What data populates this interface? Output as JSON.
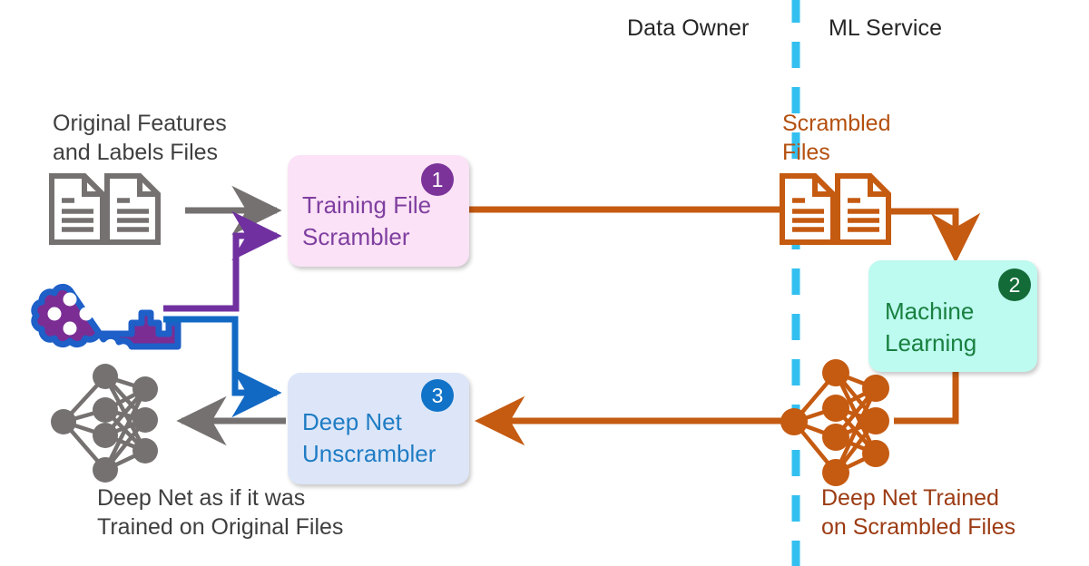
{
  "diagram": {
    "title_zones": {
      "data_owner": "Data Owner",
      "ml_service": "ML Service"
    },
    "divider": {
      "name": "trust-boundary-dashed-line",
      "color": "#33C0F0",
      "orientation": "vertical"
    },
    "labels": {
      "original_files": "Original Features\nand Labels Files",
      "scrambled_files": "Scrambled\nFiles",
      "deepnet_original": "Deep Net as if it was\nTrained on Original Files",
      "deepnet_scrambled": "Deep Net Trained\non Scrambled Files"
    },
    "boxes": [
      {
        "id": "training-file-scrambler",
        "label": "Training File\nScrambler",
        "badge": "1",
        "fill": "#FBE2F6",
        "text_color": "#7F3FA0",
        "badge_color": "#7B3399"
      },
      {
        "id": "machine-learning",
        "label": "Machine\nLearning",
        "badge": "2",
        "fill": "#BDFAF0",
        "text_color": "#19803F",
        "badge_color": "#136B38"
      },
      {
        "id": "deep-net-unscrambler",
        "label": "Deep Net\nUnscrambler",
        "badge": "3",
        "fill": "#DCE6F8",
        "text_color": "#1F7CC4",
        "badge_color": "#1173C8"
      }
    ],
    "icons": {
      "original_documents": "document-pair-icon",
      "scrambled_documents": "document-pair-icon",
      "key": "key-icon",
      "gray_neural_net": "neural-network-icon",
      "orange_neural_net": "neural-network-icon"
    },
    "colors": {
      "gray_arrow": "#767171",
      "orange_arrow": "#C55A11",
      "purple_key_line": "#7030A0",
      "blue_key_line": "#1169C4",
      "key_fill": "#7B2D94",
      "key_outline": "#1E5FC8",
      "divider": "#33C0F0",
      "gray_net": "#767171"
    },
    "flows": [
      {
        "name": "original-files-to-scrambler",
        "color": "#767171"
      },
      {
        "name": "key-to-scrambler",
        "color": "#7030A0"
      },
      {
        "name": "scrambler-to-scrambled-files",
        "color": "#C55A11"
      },
      {
        "name": "scrambled-files-to-machine-learning",
        "color": "#C55A11"
      },
      {
        "name": "machine-learning-to-trained-net",
        "color": "#C55A11"
      },
      {
        "name": "trained-net-to-unscrambler",
        "color": "#C55A11"
      },
      {
        "name": "key-to-unscrambler",
        "color": "#1169C4"
      },
      {
        "name": "unscrambler-to-output-net",
        "color": "#767171"
      }
    ]
  }
}
